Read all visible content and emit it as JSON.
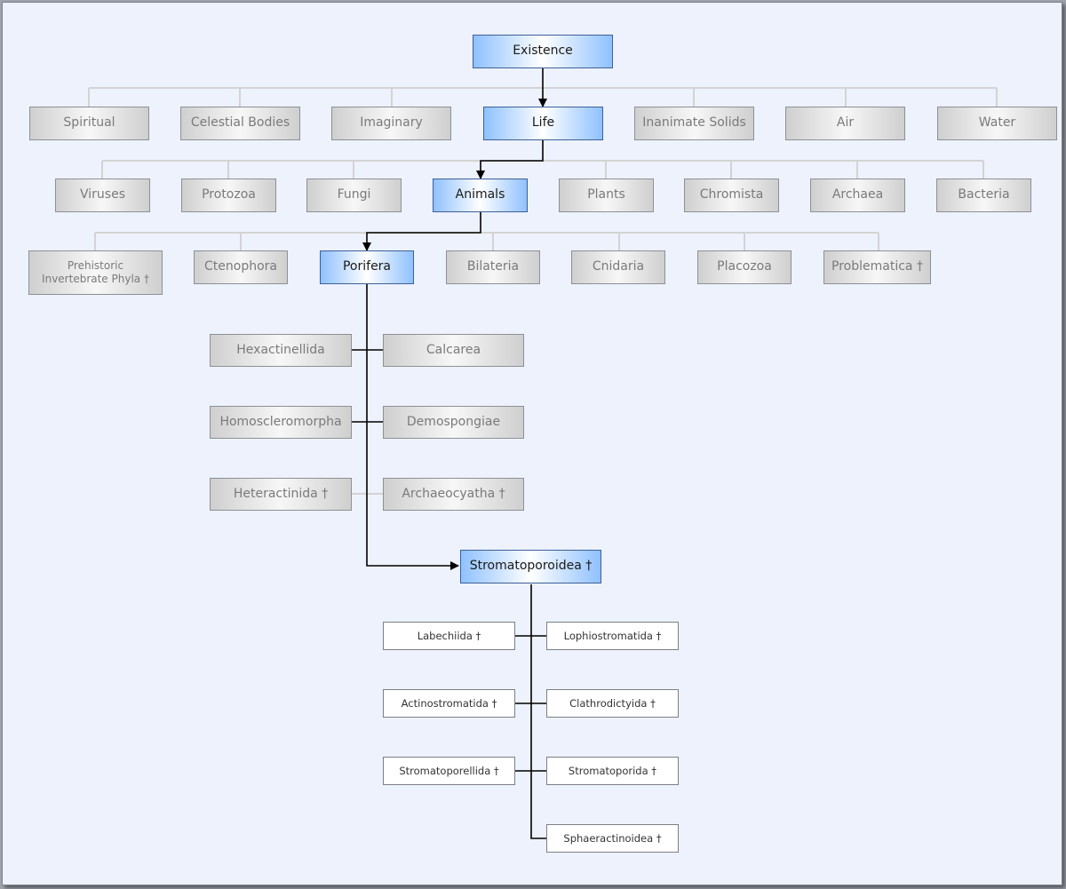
{
  "nodes": {
    "existence": "Existence",
    "level1": [
      "Spiritual",
      "Celestial Bodies",
      "Imaginary",
      "Life",
      "Inanimate Solids",
      "Air",
      "Water"
    ],
    "level2": [
      "Viruses",
      "Protozoa",
      "Fungi",
      "Animals",
      "Plants",
      "Chromista",
      "Archaea",
      "Bacteria"
    ],
    "level3": [
      "Prehistoric Invertebrate Phyla †",
      "Ctenophora",
      "Porifera",
      "Bilateria",
      "Cnidaria",
      "Placozoa",
      "Problematica †"
    ],
    "porifera_classes": [
      "Hexactinellida",
      "Calcarea",
      "Homoscleromorpha",
      "Demospongiae",
      "Heteractinida †",
      "Archaeocyatha †"
    ],
    "stromatoporoidea": "Stromatoporoidea †",
    "orders": [
      "Labechiida †",
      "Lophiostromatida †",
      "Actinostromatida †",
      "Clathrodictyida †",
      "Stromatoporellida †",
      "Stromatoporida †",
      "Sphaeractinoidea †"
    ]
  },
  "colors": {
    "selected_gradient": "#8fc1ff",
    "unselected_gradient": "#cfcfcf",
    "canvas": "#edf2fd",
    "connector_light": "#d3d3d3",
    "connector_path": "#000000"
  }
}
